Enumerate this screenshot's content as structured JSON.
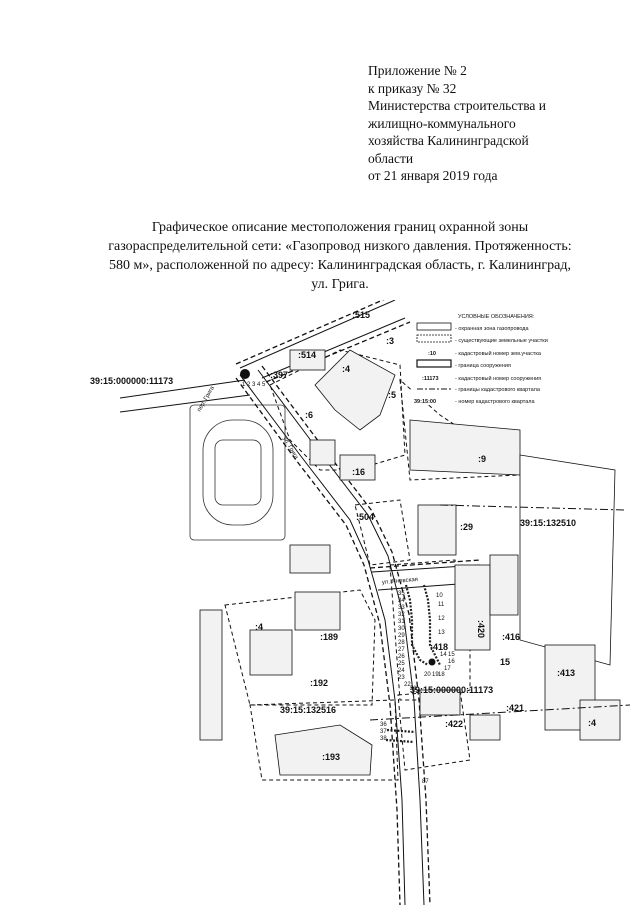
{
  "appendix": {
    "lines": [
      "Приложение № 2",
      "к приказу № 32",
      "Министерства строительства и",
      "жилищно-коммунального",
      "хозяйства Калининградской",
      "области",
      "от 21 января 2019 года"
    ]
  },
  "title": {
    "lines": [
      "Графическое описание местоположения границ охранной зоны",
      "газораспределительной сети: «Газопровод низкого давления. Протяженность:",
      "580 м», расположенной по адресу: Калининградская область, г. Калининград,",
      "ул. Грига."
    ]
  },
  "legend": {
    "title": "УСЛОВНЫЕ ОБОЗНАЧЕНИЯ:",
    "items": [
      {
        "sample": "",
        "text": "- охранная зона газопровода"
      },
      {
        "sample": "",
        "text": "- существующие земельные участки"
      },
      {
        "sample": ":10",
        "text": "- кадастровый номер зем.участка"
      },
      {
        "sample": "",
        "text": "- граница сооружения"
      },
      {
        "sample": ":11173",
        "text": "- кадастровый номер сооружения"
      },
      {
        "sample": "",
        "text": "- границы кадастрового квартала"
      },
      {
        "sample": "39:15:00",
        "text": "- номер кадастрового квартала"
      }
    ]
  },
  "map": {
    "streets": {
      "grig": "ул. Грига",
      "per_grig": "пер. Грига",
      "yanovskaya": "ул. Яновская"
    },
    "quarters": {
      "q_left": "39:15:000000:11173",
      "q_bottom": "39:15:000000:11173",
      "q_132510": "39:15:132510",
      "q_132516": "39:15:132516"
    },
    "parcels": {
      "p515": ":515",
      "p514": ":514",
      "p3": ":3",
      "p397": ":397",
      "p4a": ":4",
      "p5": ":5",
      "p6": ":6",
      "p16": ":16",
      "p9": ":9",
      "p504": ":504",
      "p29": ":29",
      "p420": ":420",
      "p416": ":416",
      "p4b": ":4",
      "p189": ":189",
      "p418": ":418",
      "p15": "15",
      "p413": ":413",
      "p192": ":192",
      "p193": ":193",
      "p422": ":422",
      "p421": ":421",
      "p4c": ":4"
    },
    "points": {
      "top": "1 2 3 4 5",
      "col_left": [
        "35",
        "34",
        "33",
        "32",
        "31",
        "30",
        "29",
        "28",
        "27",
        "26",
        "25",
        "24",
        "23",
        "22",
        "21"
      ],
      "col_right": [
        "10",
        "11",
        "12",
        "13",
        "14",
        "15",
        "16",
        "17",
        "18",
        "19",
        "20"
      ],
      "south": [
        "36",
        "37",
        "38"
      ],
      "far": "87"
    }
  },
  "colors": {
    "ink": "#111111",
    "zone": "#222222",
    "paper": "#ffffff",
    "fill_light": "#f2f2f2"
  }
}
